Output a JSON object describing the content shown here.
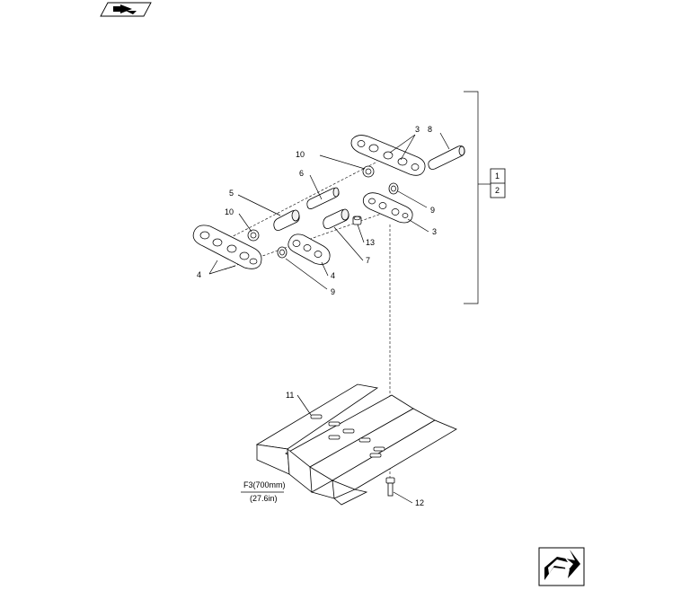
{
  "callouts": {
    "c3a": "3",
    "c8": "8",
    "c10a": "10",
    "c6": "6",
    "c5": "5",
    "c10b": "10",
    "c9a": "9",
    "c3b": "3",
    "c13": "13",
    "c7": "7",
    "c4a": "4",
    "c4b": "4",
    "c9b": "9",
    "c11": "11",
    "c12": "12"
  },
  "bracket_refs": [
    "1",
    "2"
  ],
  "spec": {
    "width_metric": "F3(700mm)",
    "width_imperial": "(27.6in)"
  },
  "nav": {
    "top_icon": "prev-page-arrow-icon",
    "bottom_icon": "next-page-arrow-icon"
  }
}
